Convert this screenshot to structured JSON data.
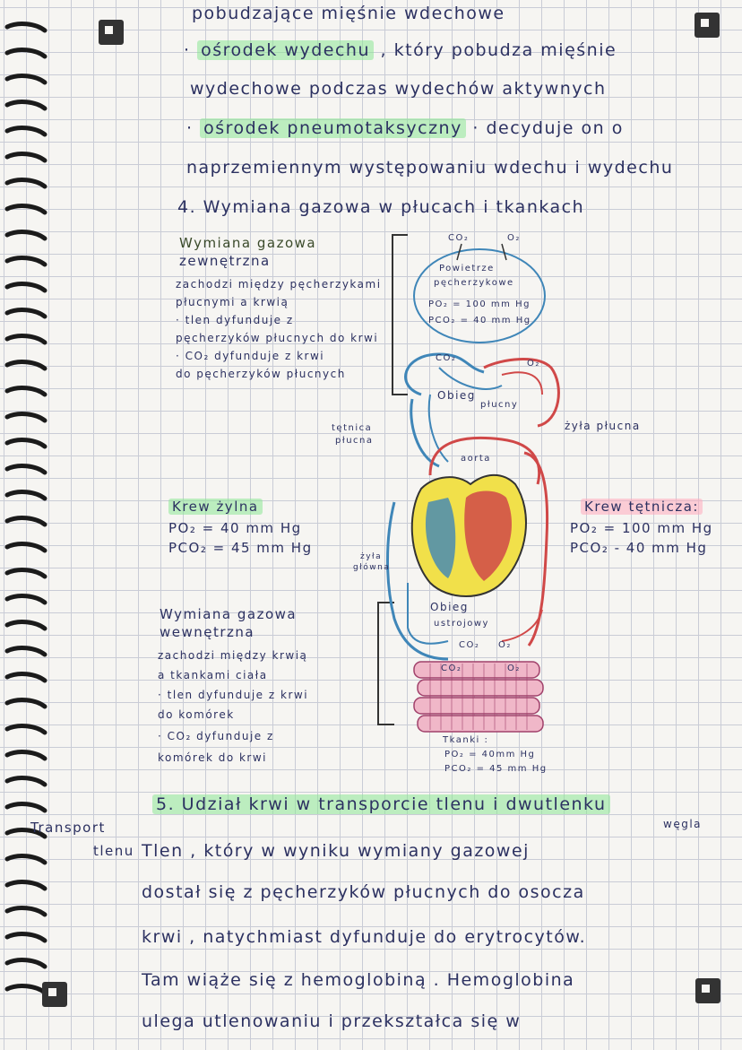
{
  "top_lines": [
    "pobudzające mięśnie wdechowe",
    "· ośrodek wydechu , który pobudza mięśnie",
    "wydechowe podczas wydechów aktywnych",
    "· ośrodek pneumotaksyczny · decyduje on o",
    "naprzemiennym występowaniu wdechu i wydechu"
  ],
  "highlights": {
    "wydech": "ośrodek wydechu",
    "pneumo": "ośrodek pneumotaksyczny"
  },
  "section4_title": "4. Wymiana gazowa w płucach i tkankach",
  "external": {
    "title_1": "Wymiana gazowa",
    "title_2": "zewnętrzna",
    "lines": [
      "zachodzi między pęcherzykami",
      "płucnymi a krwią",
      "· tlen dyfunduje z",
      "pęcherzyków płucnych do krwi",
      "· CO₂ dyfunduje z krwi",
      "do pęcherzyków płucnych"
    ]
  },
  "venous": {
    "title": "Krew żylna",
    "po2": "PO₂ = 40 mm Hg",
    "pco2": "PCO₂ = 45 mm Hg"
  },
  "arterial": {
    "title": "Krew tętnicza:",
    "po2": "PO₂ = 100 mm Hg",
    "pco2": "PCO₂ - 40 mm Hg"
  },
  "internal": {
    "title_1": "Wymiana gazowa",
    "title_2": "wewnętrzna",
    "lines": [
      "zachodzi między krwią",
      "a tkankami ciała",
      "· tlen dyfunduje z krwi",
      "do komórek",
      "· CO₂ dyfunduje z",
      "komórek do krwi"
    ]
  },
  "diagram": {
    "co2_top": "CO₂",
    "o2_top": "O₂",
    "alv_1": "Powietrze",
    "alv_2": "pęcherzykowe",
    "alv_po2": "PO₂ = 100 mm Hg",
    "alv_pco2": "PCO₂ = 40 mm Hg",
    "co2_mid": "CO₂",
    "o2_mid": "O₂",
    "obieg_plucny_1": "Obieg",
    "obieg_plucny_2": "płucny",
    "tetnica_1": "tętnica",
    "tetnica_2": "płucna",
    "zyla_plucna": "żyła płucna",
    "aorta": "aorta",
    "zyla_glowna_1": "żyła",
    "zyla_glowna_2": "główna",
    "obieg_ustr_1": "Obieg",
    "obieg_ustr_2": "ustrojowy",
    "co2_low": "CO₂",
    "o2_low": "O₂",
    "tissue_co2": "CO₂",
    "tissue_o2": "O₂",
    "tkanki": "Tkanki :",
    "tk_po2": "PO₂ = 40mm Hg",
    "tk_pco2": "PCO₂ = 45 mm Hg"
  },
  "section5": {
    "title": "5. Udział krwi w transporcie tlenu i dwutlenku",
    "title_cont": "węgla",
    "margin_1": "Transport",
    "margin_2": "tlenu",
    "lines": [
      "Tlen , który w wyniku wymiany gazowej",
      "dostał się z pęcherzyków płucnych do osocza",
      "krwi , natychmiast dyfunduje do erytrocytów.",
      "Tam wiąże się z hemoglobiną . Hemoglobina",
      "ulega utlenowaniu i przekształca się w"
    ]
  },
  "colors": {
    "ink": "#2c3161",
    "highlight_green": "#8ce696",
    "highlight_pink": "#ffaabe",
    "blood_red": "#d04848",
    "blood_blue": "#3f86b8",
    "heart_yellow": "#f1e04a"
  }
}
